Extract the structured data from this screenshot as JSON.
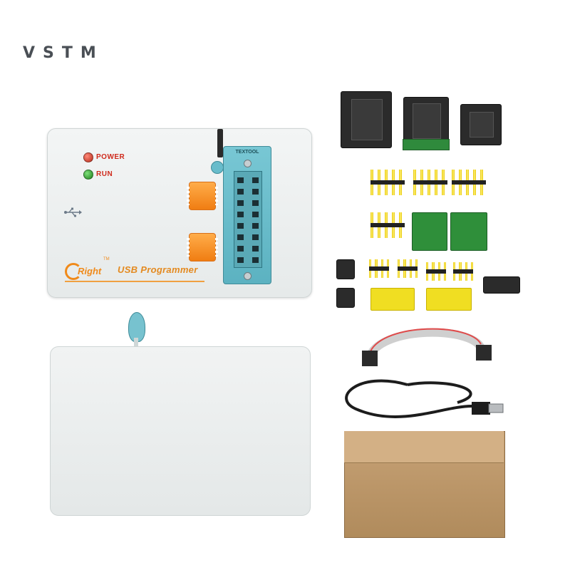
{
  "brand": {
    "text": "VSTM"
  },
  "programmer": {
    "led_power_label": "POWER",
    "led_run_label": "RUN",
    "logo_text": "Right",
    "logo_tm": "TM",
    "title": "USB Programmer",
    "socket_brand": "TEXTOOL"
  },
  "colors": {
    "accent_orange": "#f08a1a",
    "socket_teal": "#68bccb",
    "led_red": "#cf2a1c",
    "led_green": "#1d7f1b",
    "pcb_green": "#2f8f3a",
    "pcb_yellow": "#f0de22",
    "box_kraft": "#c7a276"
  }
}
